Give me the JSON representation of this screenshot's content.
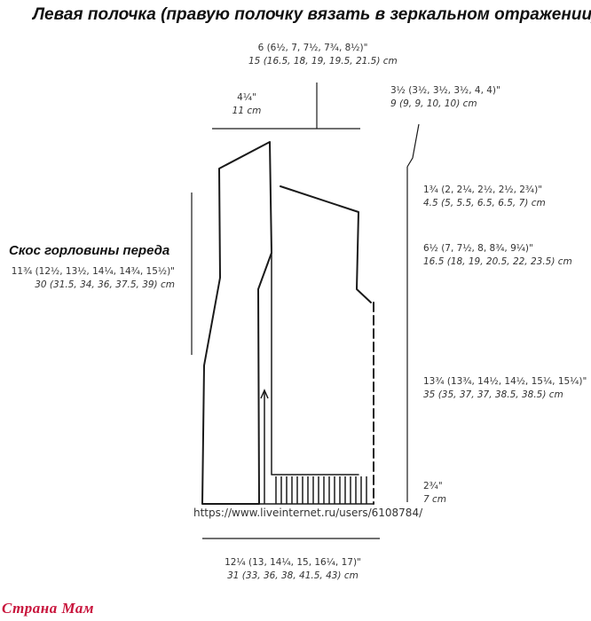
{
  "title": "Левая полочка (правую полочку вязать в зеркальном отражении)",
  "neckline": {
    "heading": "Скос горловины переда",
    "in": "11¾ (12½, 13½, 14¼, 14¾, 15½)\"",
    "cm": "30 (31.5, 34, 36, 37.5, 39) cm"
  },
  "dims": {
    "top_width": {
      "in": "6 (6½, 7, 7½, 7¾, 8½)\"",
      "cm": "15 (16.5, 18, 19, 19.5, 21.5) cm"
    },
    "neck_width": {
      "in": "4¼\"",
      "cm": "11 cm"
    },
    "shoulder_slope": {
      "in": "3½ (3½, 3½, 3½, 4, 4)\"",
      "cm": "9 (9, 9, 10, 10) cm"
    },
    "shoulder_depth": {
      "in": "1¾ (2, 2¼, 2½, 2½, 2¾)\"",
      "cm": "4.5 (5, 5.5, 6.5, 6.5, 7) cm"
    },
    "armhole": {
      "in": "6½ (7, 7½, 8, 8¾, 9¼)\"",
      "cm": "16.5 (18, 19, 20.5, 22, 23.5) cm"
    },
    "body_length": {
      "in": "13¾ (13¾, 14½, 14½, 15¼, 15¼)\"",
      "cm": "35 (35, 37, 37, 38.5, 38.5) cm"
    },
    "rib": {
      "in": "2¾\"",
      "cm": "7 cm"
    },
    "bottom_width": {
      "in": "12¼ (13, 14¼, 15, 16¼, 17)\"",
      "cm": "31 (33, 36, 38, 41.5, 43) cm"
    }
  },
  "url": "https://www.liveinternet.ru/users/6108784/",
  "watermark": "Страна Мам",
  "colors": {
    "line": "#1a1a1a",
    "watermark": "#c8143c"
  }
}
